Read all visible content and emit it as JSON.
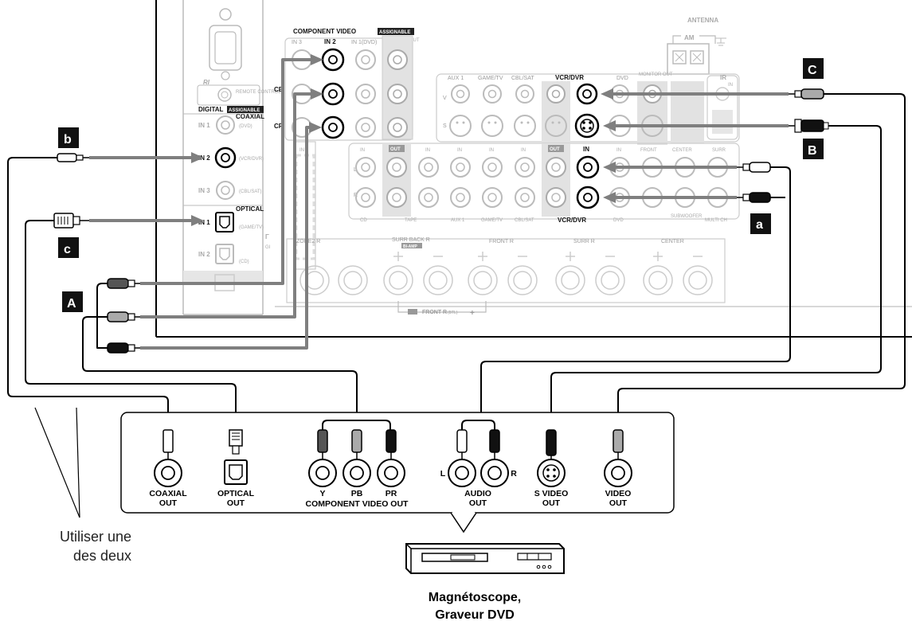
{
  "receiver": {
    "component_video_title": "COMPONENT VIDEO",
    "assignable_tag": "ASSIGNABLE",
    "comp_in3": "IN 3",
    "comp_in2": "IN 2",
    "comp_in1": "IN 1(DVD)",
    "monitor_out": "MONITOR OUT",
    "cb": "CB",
    "cr": "CR",
    "remote_control": "REMOTE CONTROL",
    "digital_title": "DIGITAL",
    "coaxial": "COAXIAL",
    "optical": "OPTICAL",
    "dig_in1": "IN 1",
    "dig_in1_dev": "(DVD)",
    "dig_in2": "IN 2",
    "dig_in2_dev": "(VCR/DVR)",
    "dig_in3": "IN 3",
    "dig_in3_dev": "(CBL/SAT)",
    "opt_in1": "IN 1",
    "opt_in1_dev": "(GAME/TV)",
    "opt_in2": "IN 2",
    "opt_in2_dev": "(CD)",
    "antenna": "ANTENNA",
    "am": "AM",
    "ir": "IR",
    "ir_in": "IN",
    "video_row": [
      "AUX 1",
      "GAME/TV",
      "CBL/SAT",
      "VCR/DVR",
      "DVD"
    ],
    "monitor_out_v": "MONITOR OUT",
    "audio_row_top": [
      "IN",
      "OUT",
      "IN",
      "IN",
      "IN",
      "IN",
      "OUT",
      "IN",
      "IN",
      "FRONT",
      "CENTER",
      "SURR"
    ],
    "audio_row_bottom": [
      "CD",
      "TAPE",
      "AUX 1",
      "GAME/TV",
      "CBL/SAT",
      "VCR/DVR",
      "DVD"
    ],
    "subwoofer": "SUBWOOFER",
    "multi_ch": "MULTI CH",
    "speakers": [
      "ZONE2 R",
      "SURR BACK R",
      "FRONT R",
      "SURR R",
      "CENTER"
    ],
    "bi_amp": "BI-AMP",
    "front_r_btl": "FRONT R",
    "btl": "(BTL)",
    "l": "L",
    "r": "R",
    "v": "V",
    "s": "S"
  },
  "badges": {
    "b_lower": "b",
    "c_lower": "c",
    "a_upper": "A",
    "c_upper": "C",
    "b_upper": "B",
    "a_lower": "a"
  },
  "device": {
    "jacks": [
      {
        "id": "coaxial",
        "line1": "COAXIAL",
        "line2": "OUT"
      },
      {
        "id": "optical",
        "line1": "OPTICAL",
        "line2": "OUT"
      },
      {
        "id": "y",
        "line1": "Y",
        "line2": ""
      },
      {
        "id": "pb",
        "line1": "PB",
        "line2": ""
      },
      {
        "id": "pr",
        "line1": "PR",
        "line2": ""
      },
      {
        "id": "audio",
        "line1": "AUDIO",
        "line2": "OUT"
      },
      {
        "id": "svideo",
        "line1": "S VIDEO",
        "line2": "OUT"
      },
      {
        "id": "video",
        "line1": "VIDEO",
        "line2": "OUT"
      }
    ],
    "component_video_out": "COMPONENT VIDEO OUT",
    "audio_l": "L",
    "audio_r": "R",
    "title_line1": "Magnétoscope,",
    "title_line2": "Graveur DVD"
  },
  "note": {
    "line1": "Utiliser une",
    "line2": "des deux"
  }
}
